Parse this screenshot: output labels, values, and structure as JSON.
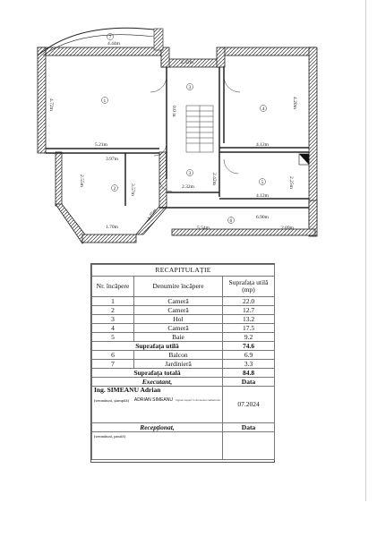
{
  "plan": {
    "dimensions": [
      "4.44m",
      "2.32m",
      "4.72m",
      "5.21m",
      "0.0 m",
      "4.20m",
      "4.12m",
      "3.97m",
      "2.55m",
      "3.57m",
      "2.32m",
      "2.42m",
      "2.25m",
      "4.12m",
      "6.90m",
      "1.70m",
      "1.75m",
      "5.54m",
      "2.09m"
    ],
    "room_numbers": [
      "1",
      "2",
      "3",
      "3",
      "4",
      "5",
      "6",
      "7"
    ]
  },
  "recap": {
    "title": "RECAPITULAȚIE",
    "headers": {
      "nr": "Nr. încăpere",
      "name": "Denumire încăpere",
      "area": "Suprafața utilă (mp)"
    },
    "rooms": [
      {
        "nr": "1",
        "name": "Cameră",
        "area": "22.0"
      },
      {
        "nr": "2",
        "name": "Cameră",
        "area": "12.7"
      },
      {
        "nr": "3",
        "name": "Hol",
        "area": "13.2"
      },
      {
        "nr": "4",
        "name": "Cameră",
        "area": "17.5"
      },
      {
        "nr": "5",
        "name": "Baie",
        "area": "9.2"
      }
    ],
    "useful_label": "Suprafața utilă",
    "useful_value": "74.6",
    "extras": [
      {
        "nr": "6",
        "name": "Balcon",
        "area": "6.9"
      },
      {
        "nr": "7",
        "name": "Jardinieră",
        "area": "3.3"
      }
    ],
    "total_label": "Suprafața totală",
    "total_value": "84.8",
    "executant_label": "Executant,",
    "data_label": "Data",
    "engineer": "Ing. SIMEANU Adrian",
    "signature_note": "(semnătură, ștampilă)",
    "stamp_name": "ADRIAN SIMEANU",
    "stamp_note": "Inginer expert în domeniul cadastrului",
    "date_value": "07.2024",
    "receptionat_label": "Recepționat,",
    "data_label2": "Data",
    "signature_note2": "(semnătură, parafă)"
  }
}
